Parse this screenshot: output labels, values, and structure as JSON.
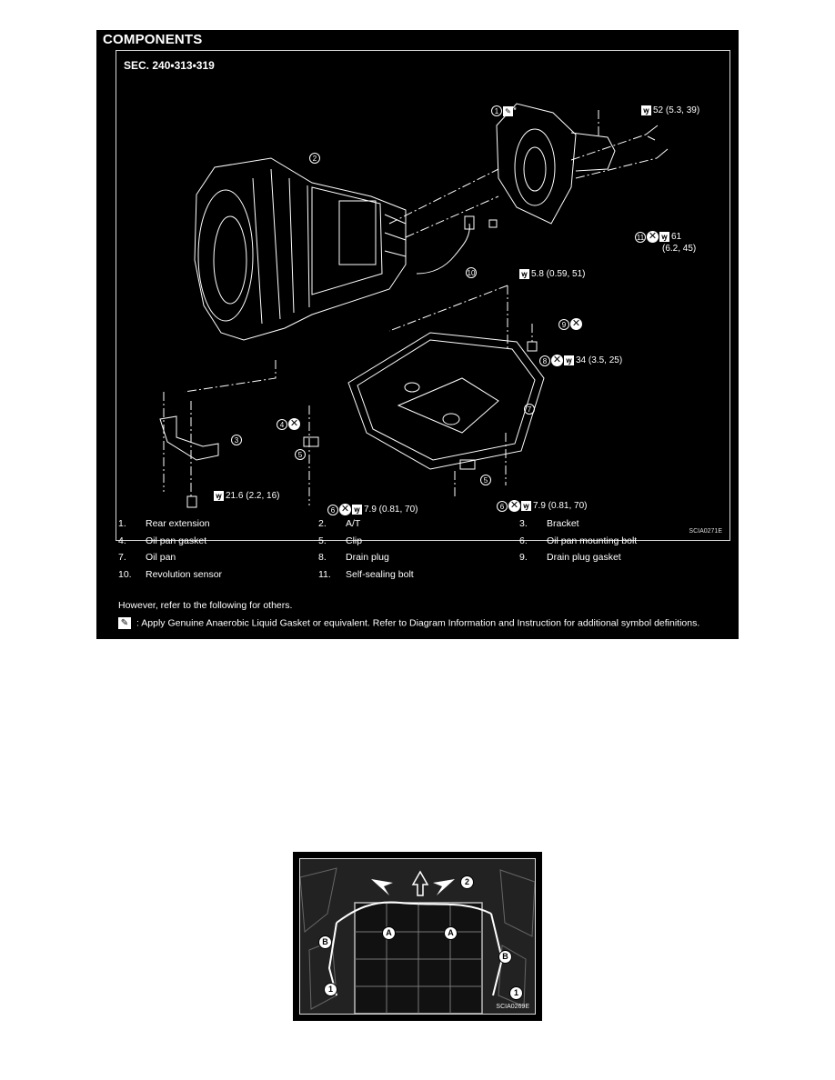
{
  "panel1": {
    "title": "COMPONENTS",
    "section": "SEC. 240•313•319",
    "image_code": "SCIA0271E",
    "callouts": {
      "c1": {
        "num": "1",
        "suffix": "*"
      },
      "c_top_torque": {
        "text": "52 (5.3, 39)"
      },
      "c11": {
        "num": "11",
        "text": "61",
        "text2": "(6.2, 45)"
      },
      "c2": {
        "num": "2"
      },
      "c10": {
        "num": "10"
      },
      "c_sensor_torque": {
        "text": "5.8 (0.59, 51)"
      },
      "c9": {
        "num": "9"
      },
      "c8": {
        "num": "8",
        "text": "34 (3.5, 25)"
      },
      "c7": {
        "num": "7"
      },
      "c4": {
        "num": "4"
      },
      "c3": {
        "num": "3"
      },
      "c5a": {
        "num": "5"
      },
      "c5b": {
        "num": "5"
      },
      "c_bracket_torque": {
        "text": "21.6 (2.2, 16)"
      },
      "c6a": {
        "num": "6",
        "text": "7.9 (0.81, 70)"
      },
      "c6b": {
        "num": "6",
        "text": "7.9 (0.81, 70)"
      }
    },
    "legend": [
      {
        "n": "1.",
        "label": "Rear extension"
      },
      {
        "n": "2.",
        "label": "A/T"
      },
      {
        "n": "3.",
        "label": "Bracket"
      },
      {
        "n": "4.",
        "label": "Oil pan gasket"
      },
      {
        "n": "5.",
        "label": "Clip"
      },
      {
        "n": "6.",
        "label": "Oil pan mounting bolt"
      },
      {
        "n": "7.",
        "label": "Oil pan"
      },
      {
        "n": "8.",
        "label": "Drain plug"
      },
      {
        "n": "9.",
        "label": "Drain plug gasket"
      },
      {
        "n": "10.",
        "label": "Revolution sensor"
      },
      {
        "n": "11.",
        "label": "Self-sealing bolt"
      }
    ],
    "note1": "However, refer to the following for others.",
    "note2": ": Apply Genuine Anaerobic Liquid Gasket or equivalent.   Refer to Diagram Information and Instruction for additional symbol definitions."
  },
  "panel2": {
    "image_code": "SCIA0269E",
    "labels": {
      "a1": "A",
      "a2": "A",
      "b1": "B",
      "b2": "B",
      "n1": "1",
      "n2": "1",
      "n3": "2"
    }
  },
  "icons": {
    "replace": "x-circle-icon",
    "torque": "torque-wrench-icon",
    "gasket": "liquid-gasket-icon"
  }
}
